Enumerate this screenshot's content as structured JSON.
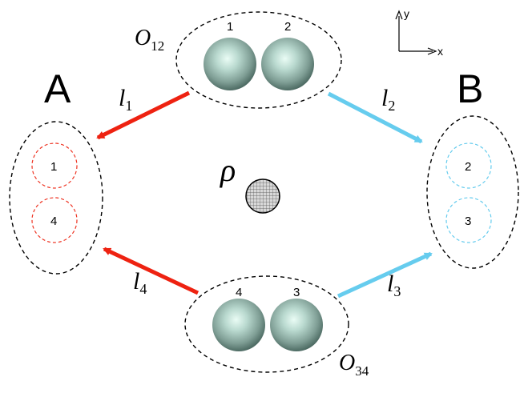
{
  "colors": {
    "red_arrow": "#ee2211",
    "blue_arrow": "#66ccee",
    "red_dashed": "#ee3322",
    "blue_dashed": "#66ccee",
    "group_dashed": "#000000",
    "sphere_core": "#e8fbf4",
    "sphere_edge": "#4d6b63"
  },
  "axis": {
    "y_label": "y",
    "x_label": "x"
  },
  "parties": {
    "a_label": "A",
    "b_label": "B"
  },
  "groups": {
    "top": {
      "label_main": "O",
      "label_sub": "12",
      "sphere_labels": [
        "1",
        "2"
      ]
    },
    "bottom": {
      "label_main": "O",
      "label_sub": "34",
      "sphere_labels": [
        "4",
        "3"
      ]
    }
  },
  "party_a_slots": [
    "1",
    "4"
  ],
  "party_b_slots": [
    "2",
    "3"
  ],
  "links": [
    {
      "main": "l",
      "sub": "1"
    },
    {
      "main": "l",
      "sub": "2"
    },
    {
      "main": "l",
      "sub": "3"
    },
    {
      "main": "l",
      "sub": "4"
    }
  ],
  "center_state": {
    "symbol": "ρ"
  }
}
